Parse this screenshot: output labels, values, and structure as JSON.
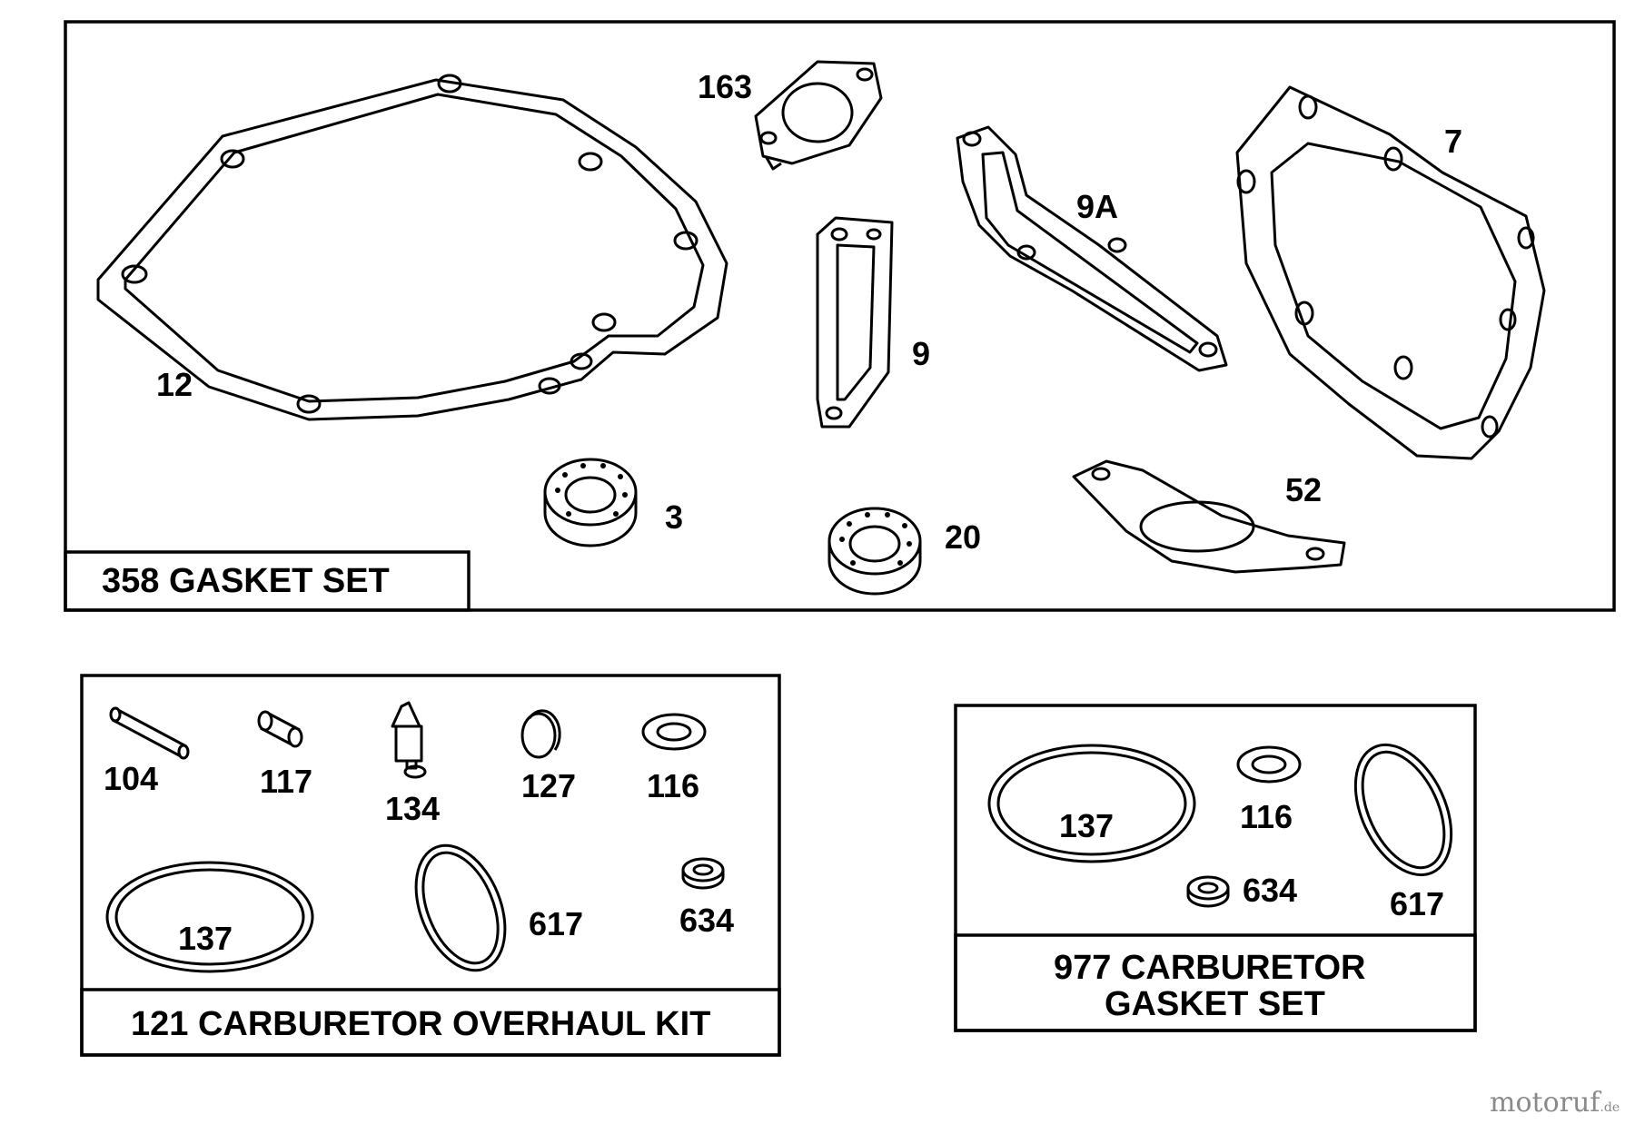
{
  "gasket_set": {
    "title": "358 GASKET SET",
    "parts": {
      "p12": "12",
      "p163": "163",
      "p9": "9",
      "p9a": "9A",
      "p7": "7",
      "p3": "3",
      "p20": "20",
      "p52": "52"
    }
  },
  "overhaul_kit": {
    "title": "121 CARBURETOR OVERHAUL KIT",
    "parts": {
      "p104": "104",
      "p117": "117",
      "p134": "134",
      "p127": "127",
      "p116": "116",
      "p137": "137",
      "p617": "617",
      "p634": "634"
    }
  },
  "carb_gasket_set": {
    "title_line1": "977 CARBURETOR",
    "title_line2": "GASKET SET",
    "parts": {
      "p137": "137",
      "p116": "116",
      "p634": "634",
      "p617": "617"
    }
  },
  "watermark": {
    "main": "motoruf",
    "suffix": ".de"
  }
}
